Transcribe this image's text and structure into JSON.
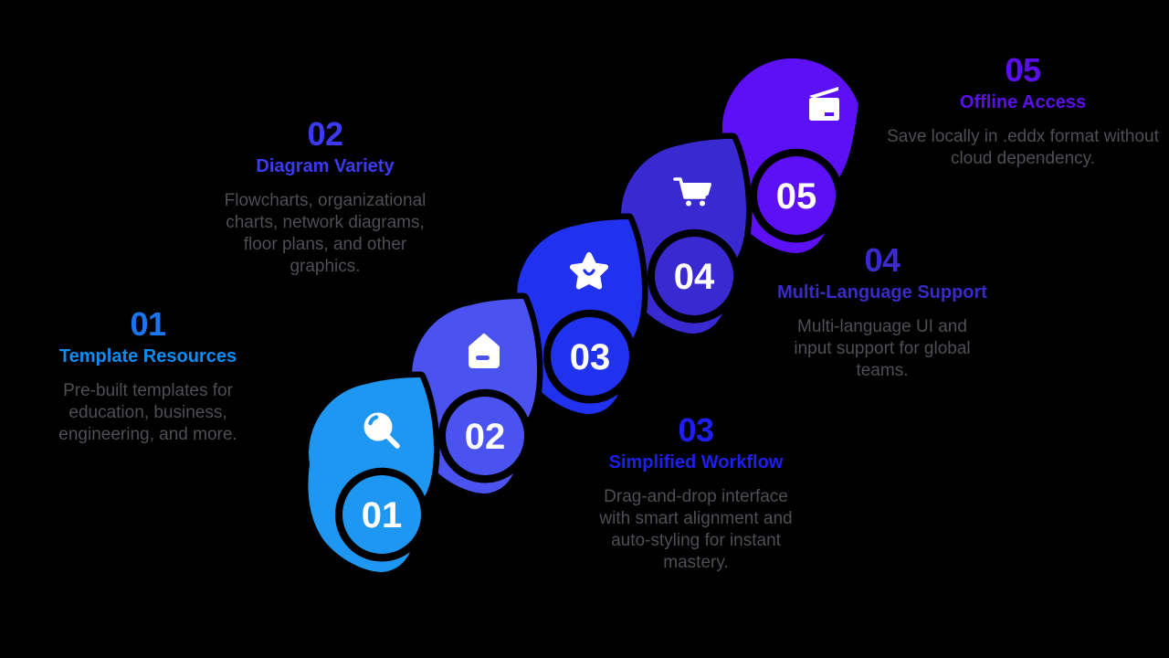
{
  "background_color": "#000000",
  "description_color": "#4E4E55",
  "steps": [
    {
      "number": "01",
      "badge": "01",
      "title": "Template Resources",
      "description": "Pre-built templates for education, business, engineering, and more.",
      "icon": "search",
      "blob_color": "#1E97F2",
      "number_color": "#1A76F0",
      "title_color": "#0B8DF6"
    },
    {
      "number": "02",
      "badge": "02",
      "title": "Diagram Variety",
      "description": "Flowcharts, organizational charts, network diagrams, floor plans, and other graphics.",
      "icon": "home",
      "blob_color": "#4A52EF",
      "number_color": "#3C3AF2",
      "title_color": "#3C3AF2"
    },
    {
      "number": "03",
      "badge": "03",
      "title": "Simplified Workflow",
      "description": "Drag-and-drop interface with smart alignment and auto-styling for instant mastery.",
      "icon": "star",
      "blob_color": "#2031F0",
      "number_color": "#1E1EF2",
      "title_color": "#1E1EF2"
    },
    {
      "number": "04",
      "badge": "04",
      "title": "Multi-Language Support",
      "description": "Multi-language UI and input support for global teams.",
      "icon": "cart",
      "blob_color": "#3929D0",
      "number_color": "#3A2BC9",
      "title_color": "#3A2BC9"
    },
    {
      "number": "05",
      "badge": "05",
      "title": "Offline Access",
      "description": "Save locally in .eddx format without cloud dependency.",
      "icon": "wallet",
      "blob_color": "#5B10F5",
      "number_color": "#5B10E9",
      "title_color": "#5B10E9"
    }
  ]
}
